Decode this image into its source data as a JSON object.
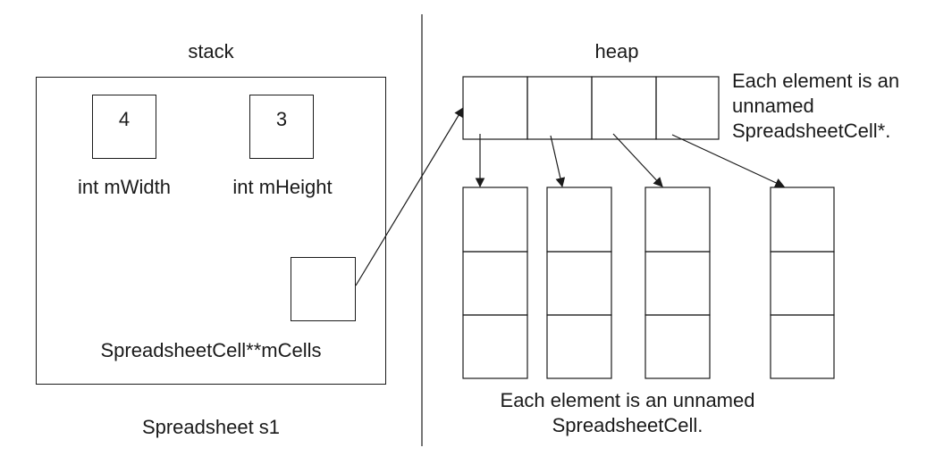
{
  "stack": {
    "title": "stack",
    "width_value": "4",
    "width_label": "int mWidth",
    "height_value": "3",
    "height_label": "int mHeight",
    "cells_label": "SpreadsheetCell**mCells",
    "object_label": "Spreadsheet s1"
  },
  "heap": {
    "title": "heap",
    "pointer_array_note_lines": [
      "Each element is an",
      "unnamed",
      "SpreadsheetCell*."
    ],
    "cell_columns_note_lines": [
      "Each element is an unnamed",
      "SpreadsheetCell."
    ],
    "pointer_array_length": 4,
    "column_count": 4,
    "cells_per_column": 3
  }
}
